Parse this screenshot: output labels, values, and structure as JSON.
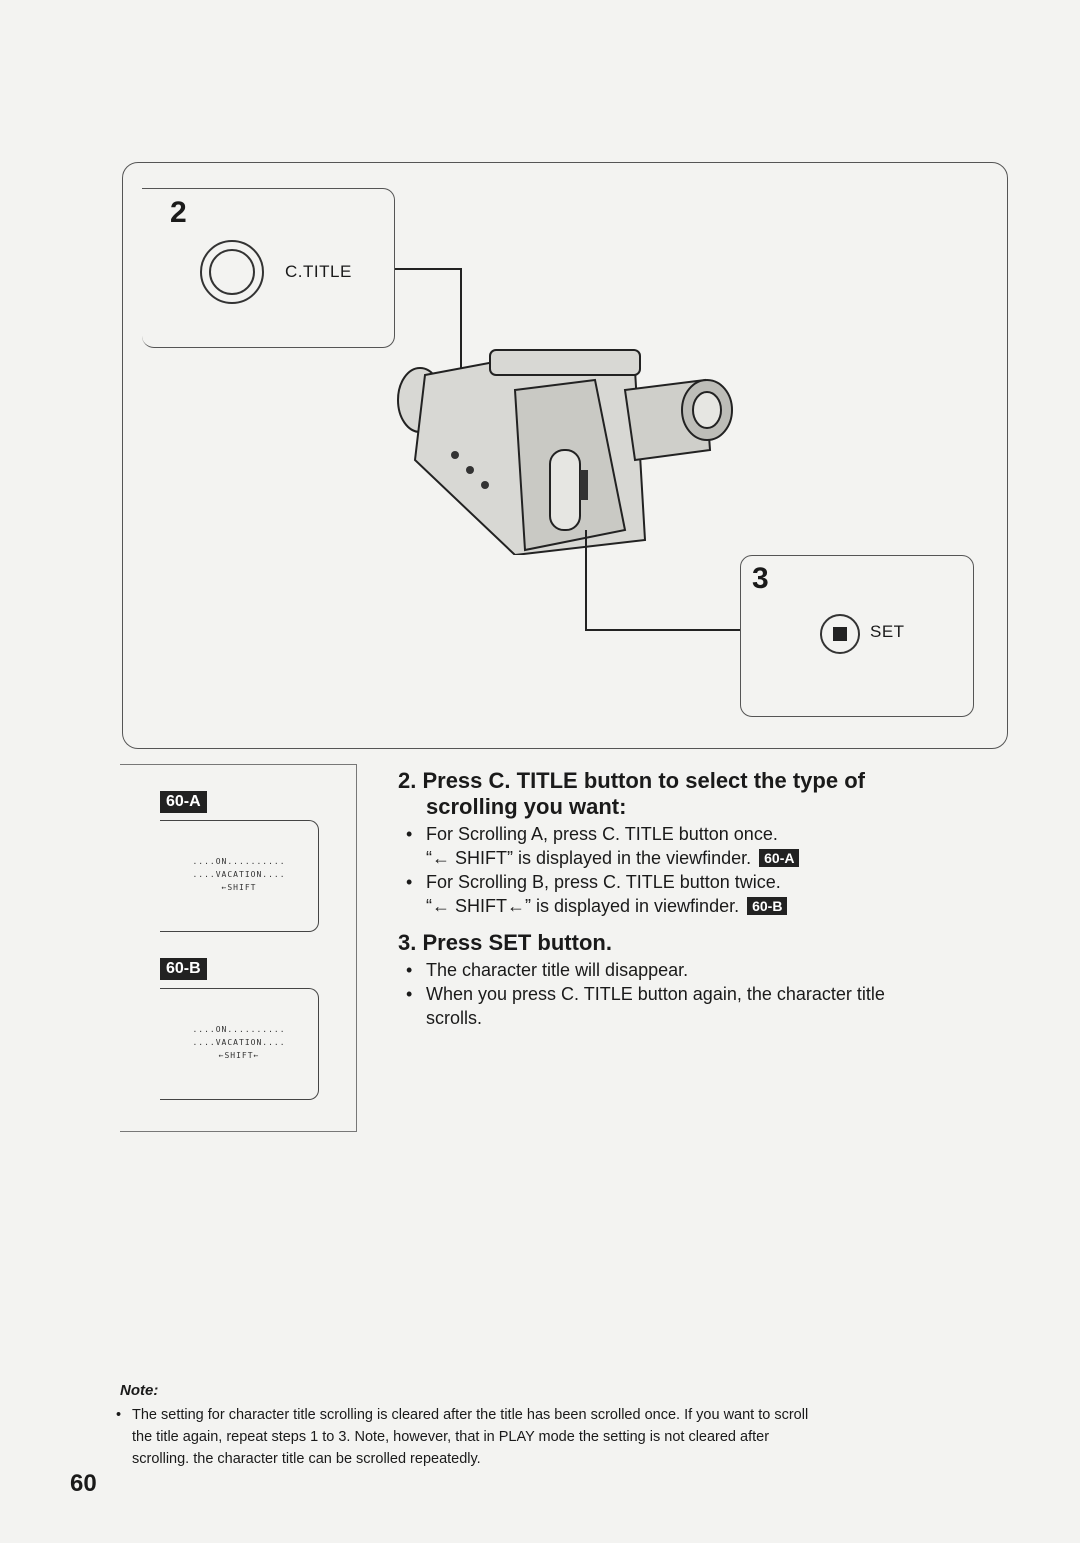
{
  "diagram": {
    "callout_step2": {
      "number": "2",
      "button_label": "C.TITLE",
      "icon": "circle-button-icon"
    },
    "callout_step3": {
      "number": "3",
      "button_label": "SET",
      "icon": "stop-square-button-icon"
    },
    "camera_icon": "camcorder-illustration"
  },
  "sidebar": {
    "screen_a": {
      "badge": "60-A",
      "lines": [
        "....ON..........",
        "....VACATION....",
        "←SHIFT"
      ]
    },
    "screen_b": {
      "badge": "60-B",
      "lines": [
        "....ON..........",
        "....VACATION....",
        "←SHIFT←"
      ]
    }
  },
  "instructions": {
    "step2": {
      "heading_line1": "2. Press C. TITLE button to select the type of",
      "heading_line2": "scrolling you want:",
      "bullets": [
        {
          "text": "For Scrolling A, press C. TITLE button once.",
          "cont": "“← SHIFT” is displayed in the viewfinder.",
          "badge": "60-A"
        },
        {
          "text": "For Scrolling B, press C. TITLE button twice.",
          "cont": "“← SHIFT←” is displayed in viewfinder.",
          "badge": "60-B"
        }
      ]
    },
    "step3": {
      "heading": "3. Press SET button.",
      "bullets": [
        {
          "text": "The character title will disappear."
        },
        {
          "text": "When you press C. TITLE button again, the character title",
          "cont": "scrolls."
        }
      ]
    }
  },
  "note": {
    "title": "Note:",
    "line1": "The setting for character title scrolling is cleared after the title has been scrolled once. If you want to scroll",
    "line2": "the title again, repeat steps 1 to 3. Note, however, that in PLAY mode the setting is not cleared after",
    "line3": "scrolling. the character title can be scrolled repeatedly."
  },
  "page_number": "60"
}
